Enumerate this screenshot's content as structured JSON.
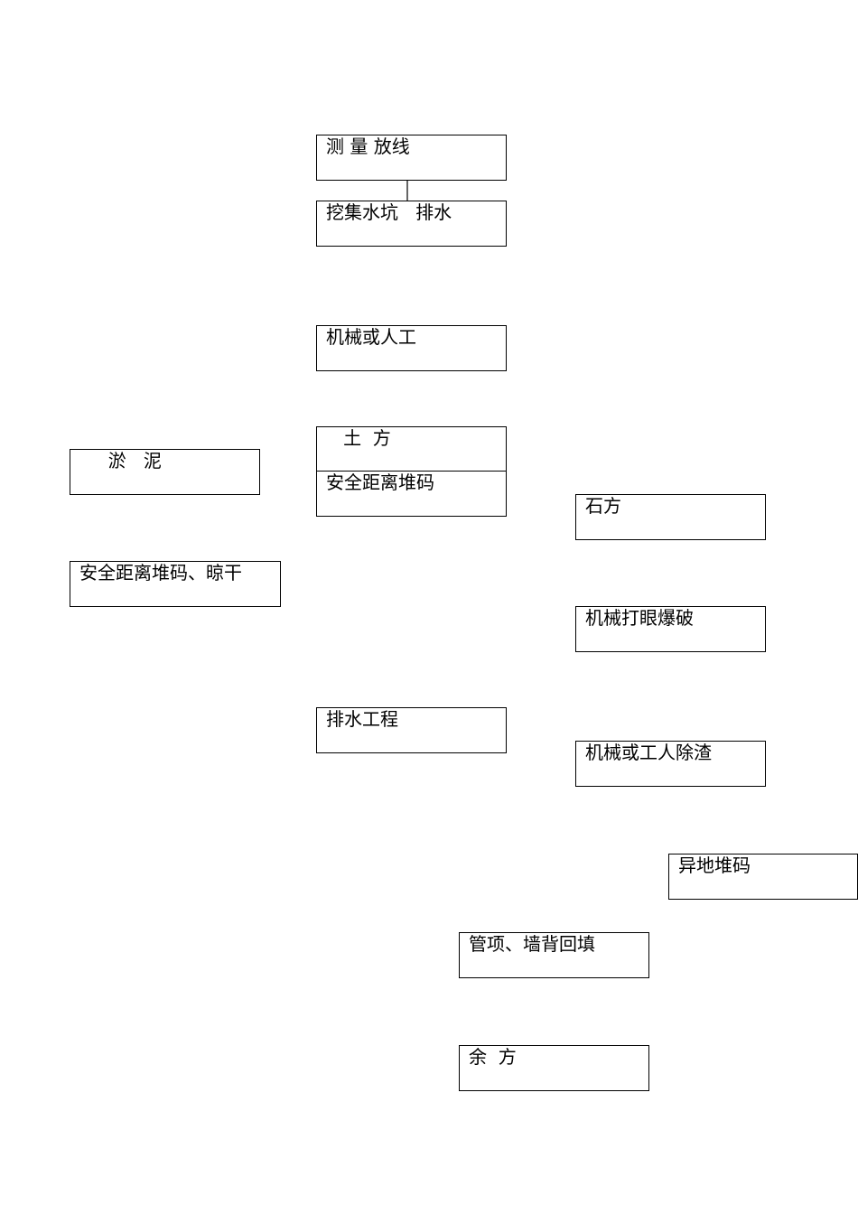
{
  "diagram": {
    "nodes": [
      {
        "id": "survey",
        "label": "测 量 放线"
      },
      {
        "id": "sump",
        "label": "挖集水坑   排水"
      },
      {
        "id": "machine_or_manual",
        "label": "机械或人工"
      },
      {
        "id": "earthwork",
        "label": "   土  方"
      },
      {
        "id": "earth_stack",
        "label": "安全距离堆码"
      },
      {
        "id": "silt",
        "label": "     淤   泥"
      },
      {
        "id": "silt_stack_dry",
        "label": "安全距离堆码、晾干"
      },
      {
        "id": "rockwork",
        "label": "石方"
      },
      {
        "id": "drill_blast",
        "label": "机械打眼爆破"
      },
      {
        "id": "drainage",
        "label": "排水工程"
      },
      {
        "id": "slag_removal",
        "label": "机械或工人除渣"
      },
      {
        "id": "offsite_stack",
        "label": "异地堆码"
      },
      {
        "id": "backfill",
        "label": "管项、墙背回填"
      },
      {
        "id": "surplus",
        "label": "余  方"
      }
    ]
  }
}
